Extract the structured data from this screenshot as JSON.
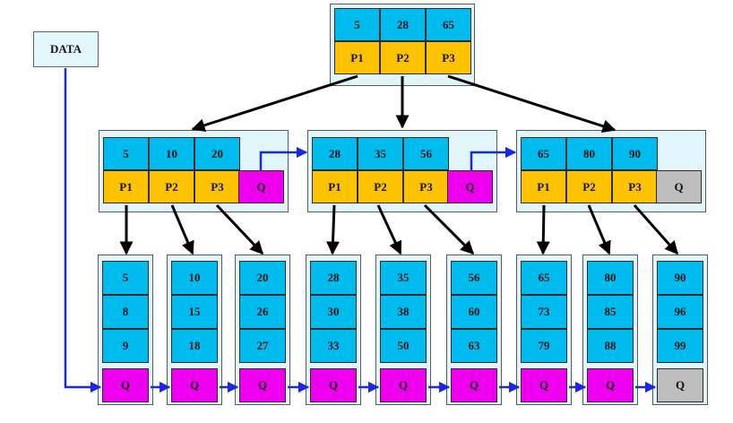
{
  "colors": {
    "key": "#00bcee",
    "pointer": "#fec300",
    "qptr": "#ee00ee",
    "qnull": "#bdbdbd",
    "edge": "#000000",
    "link": "#1a28e0",
    "databox": "#e2f8fb"
  },
  "data_label": "DATA",
  "root": {
    "keys": [
      "5",
      "28",
      "65"
    ],
    "ptrs": [
      "P1",
      "P2",
      "P3"
    ]
  },
  "internal": [
    {
      "keys": [
        "5",
        "10",
        "20"
      ],
      "ptrs": [
        "P1",
        "P2",
        "P3"
      ],
      "q": "Q",
      "q_null": false
    },
    {
      "keys": [
        "28",
        "35",
        "56"
      ],
      "ptrs": [
        "P1",
        "P2",
        "P3"
      ],
      "q": "Q",
      "q_null": false
    },
    {
      "keys": [
        "65",
        "80",
        "90"
      ],
      "ptrs": [
        "P1",
        "P2",
        "P3"
      ],
      "q": "Q",
      "q_null": true
    }
  ],
  "leaves": [
    {
      "keys": [
        "5",
        "8",
        "9"
      ],
      "q": "Q",
      "q_null": false
    },
    {
      "keys": [
        "10",
        "15",
        "18"
      ],
      "q": "Q",
      "q_null": false
    },
    {
      "keys": [
        "20",
        "26",
        "27"
      ],
      "q": "Q",
      "q_null": false
    },
    {
      "keys": [
        "28",
        "30",
        "33"
      ],
      "q": "Q",
      "q_null": false
    },
    {
      "keys": [
        "35",
        "38",
        "50"
      ],
      "q": "Q",
      "q_null": false
    },
    {
      "keys": [
        "56",
        "60",
        "63"
      ],
      "q": "Q",
      "q_null": false
    },
    {
      "keys": [
        "65",
        "73",
        "79"
      ],
      "q": "Q",
      "q_null": false
    },
    {
      "keys": [
        "80",
        "85",
        "88"
      ],
      "q": "Q",
      "q_null": false
    },
    {
      "keys": [
        "90",
        "96",
        "99"
      ],
      "q": "Q",
      "q_null": true
    }
  ]
}
